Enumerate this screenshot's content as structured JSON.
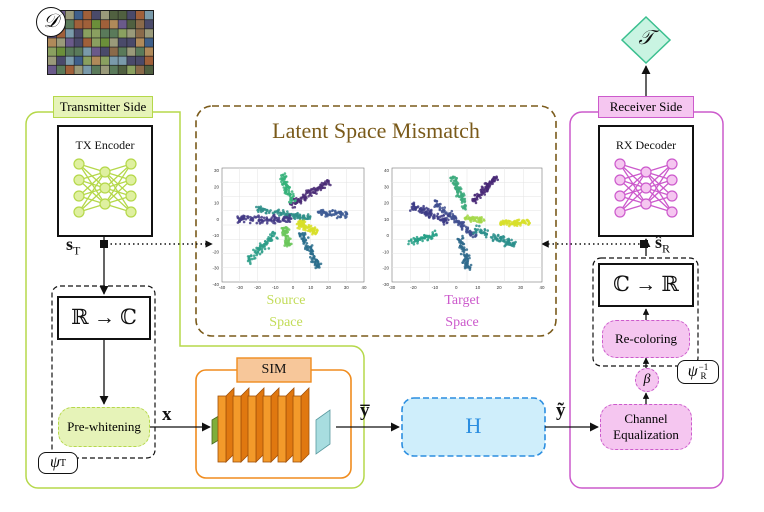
{
  "labels": {
    "dataset": "𝒟",
    "task": "𝒯",
    "transmitter_side": "Transmitter Side",
    "receiver_side": "Receiver Side",
    "tx_encoder": "TX Encoder",
    "rx_decoder": "RX Decoder",
    "s_t": "s",
    "s_t_sub": "T",
    "s_r": "ŝ",
    "s_r_sub": "R",
    "r_to_c": "ℝ → ℂ",
    "c_to_r": "ℂ → ℝ",
    "pre_whitening": "Pre-whitening",
    "re_coloring": "Re-coloring",
    "psi_t": "ψ",
    "psi_t_sub": "T",
    "psi_r_inv": "ψ",
    "psi_r_inv_sub": "R",
    "psi_r_inv_sup": "−1",
    "beta": "β",
    "channel_eq_line1": "Channel",
    "channel_eq_line2": "Equalization",
    "sim": "SIM",
    "x": "x",
    "y_bar": "y̅",
    "y_tilde": "ỹ",
    "channel_h": "H",
    "latent_mismatch": "Latent Space Mismatch",
    "source_line1": "Source",
    "source_line2": "Space",
    "target_line1": "Target",
    "target_line2": "Space",
    "source_xticks": [
      "-40",
      "-30",
      "-20",
      "-10",
      "0",
      "10",
      "20",
      "30",
      "40"
    ],
    "source_yticks": [
      "30",
      "20",
      "10",
      "0",
      "-10",
      "-20",
      "-30",
      "-40"
    ],
    "target_xticks": [
      "-30",
      "-20",
      "-10",
      "0",
      "10",
      "20",
      "30",
      "40"
    ],
    "target_yticks": [
      "40",
      "30",
      "20",
      "10",
      "0",
      "-10",
      "-20",
      "-30"
    ]
  },
  "colors": {
    "tx_green": "#b5d84a",
    "tx_green_fill": "#e6f3b8",
    "rx_pink": "#cc5acc",
    "rx_pink_fill": "#f5c6f0",
    "mismatch_brown": "#7a5a1a",
    "sim_orange": "#f08c1e",
    "sim_fill": "#f7c79a",
    "channel_blue": "#2b8ee0",
    "channel_fill": "#cfeefb",
    "task_green": "#3bbf8f",
    "task_fill": "#c9f4e2"
  }
}
